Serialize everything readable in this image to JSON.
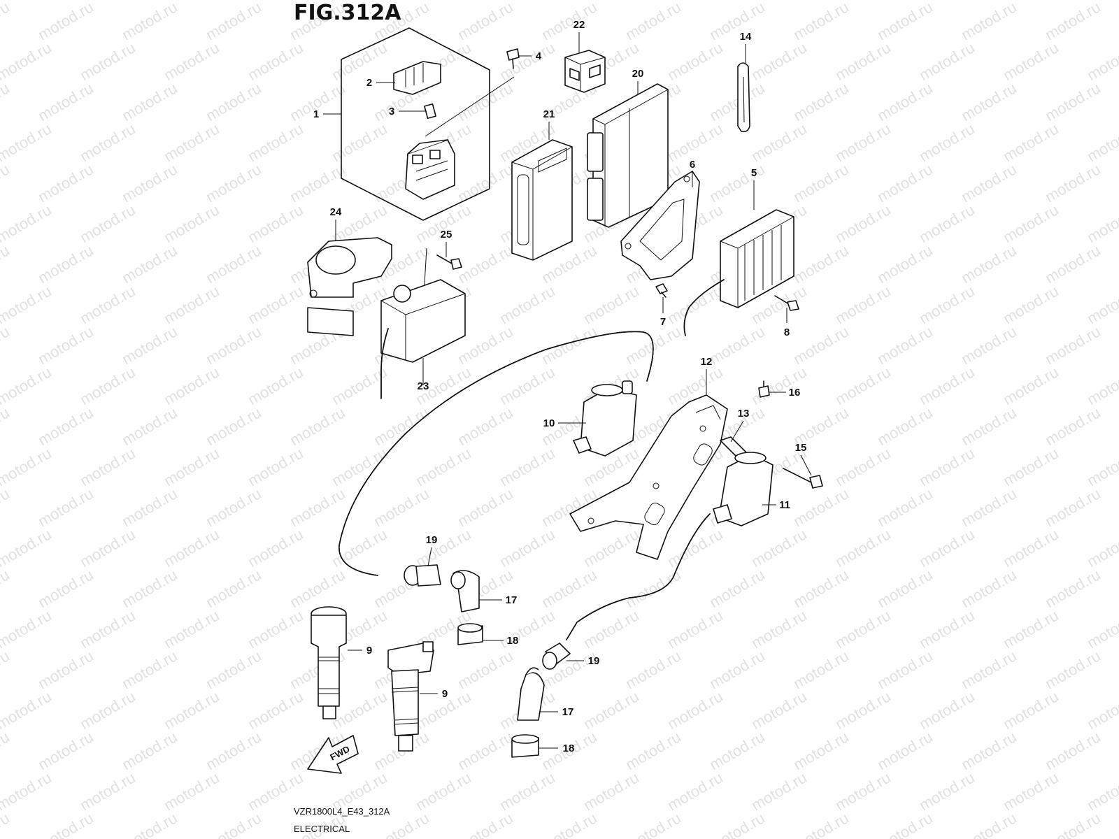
{
  "figure": {
    "title": "FIG.312A",
    "code": "VZR1800L4_E43_312A",
    "name": "ELECTRICAL",
    "direction_label": "FWD",
    "watermark": "motod.ru"
  },
  "callouts": [
    "1",
    "2",
    "3",
    "4",
    "5",
    "6",
    "7",
    "8",
    "9",
    "9",
    "10",
    "11",
    "12",
    "13",
    "14",
    "15",
    "16",
    "17",
    "17",
    "18",
    "18",
    "19",
    "19",
    "20",
    "21",
    "22",
    "23",
    "24",
    "25"
  ]
}
